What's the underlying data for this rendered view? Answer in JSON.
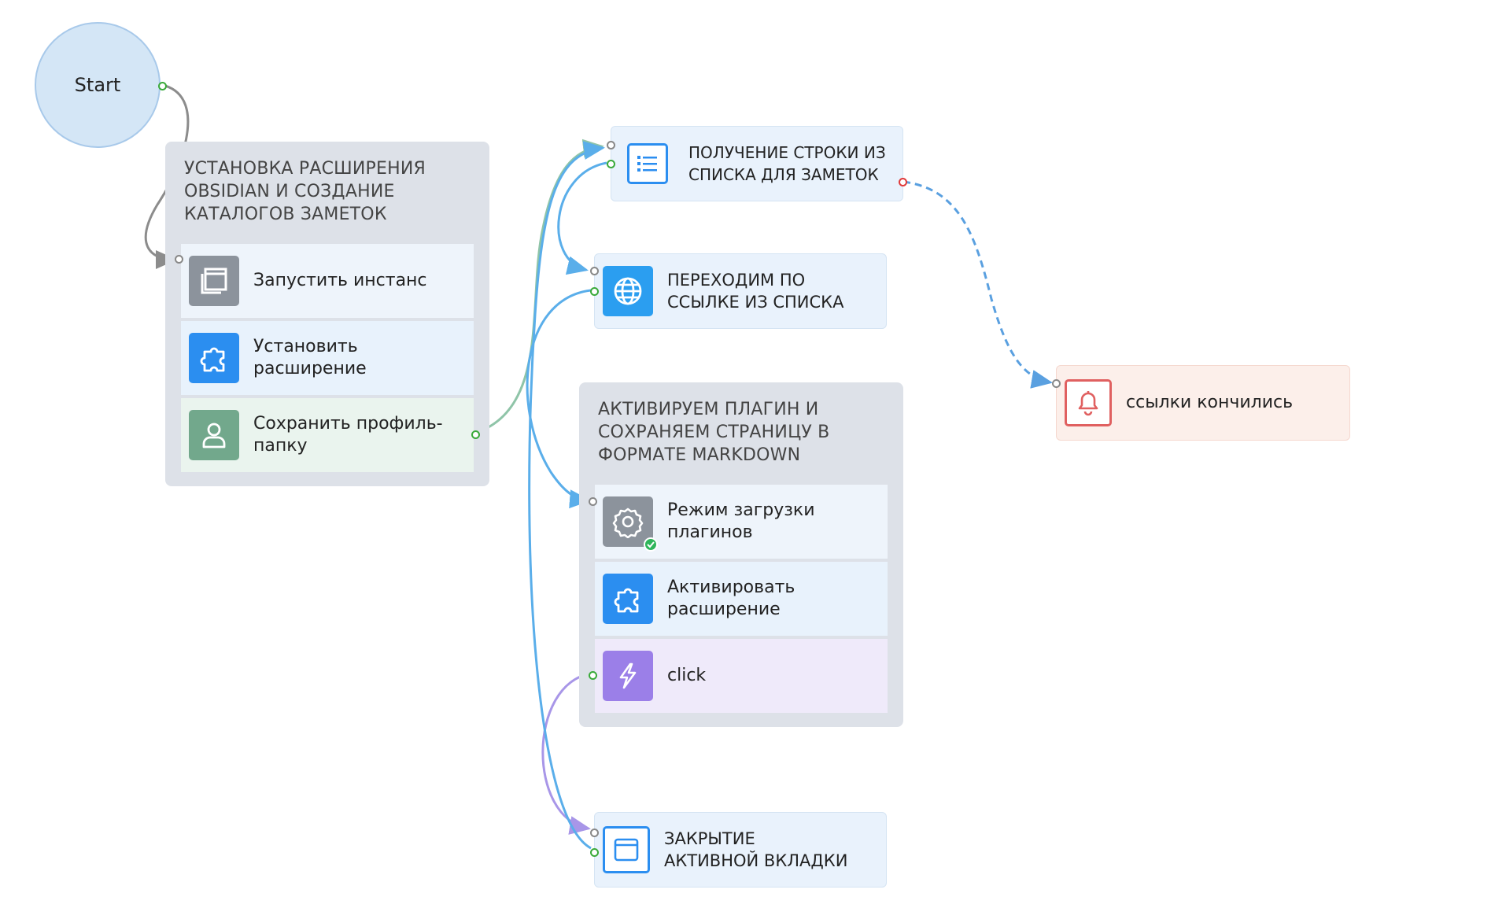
{
  "colors": {
    "start_fill": "#d4e6f6",
    "group_bg": "#dde1e8",
    "wire_gray": "#8c8c8c",
    "wire_blue": "#5aaeea",
    "wire_purple": "#a896e8",
    "wire_green": "#8fc4a8",
    "wire_dashed": "#5aa0e0",
    "icon_gray": "#8c939c",
    "icon_blue": "#2b8ef0",
    "icon_green": "#72a88c",
    "icon_purple": "#9b7fe8",
    "icon_red": "#e06060"
  },
  "start": {
    "label": "Start"
  },
  "groups": [
    {
      "title": "УСТАНОВКА РАСШИРЕНИЯ OBSIDIAN И СОЗДАНИЕ КАТАЛОГОВ ЗАМЕТОК",
      "items": [
        {
          "label": "Запустить инстанс",
          "icon": "window-stack-icon"
        },
        {
          "label": "Установить расширение",
          "icon": "puzzle-icon"
        },
        {
          "label": "Сохранить профиль-папку",
          "icon": "user-icon"
        }
      ]
    },
    {
      "title": "АКТИВИРУЕМ ПЛАГИН И СОХРАНЯЕМ СТРАНИЦУ В ФОРМАТЕ MARKDOWN",
      "items": [
        {
          "label": "Режим загрузки плагинов",
          "icon": "gear-icon"
        },
        {
          "label": "Активировать расширение",
          "icon": "puzzle-icon"
        },
        {
          "label": "click",
          "icon": "lightning-icon"
        }
      ]
    }
  ],
  "nodes": {
    "get_row": {
      "label": "ПОЛУЧЕНИЕ СТРОКИ ИЗ СПИСКА ДЛЯ ЗАМЕТОК",
      "icon": "list-icon"
    },
    "follow_link": {
      "label": "ПЕРЕХОДИМ ПО ССЫЛКЕ ИЗ СПИСКА",
      "icon": "globe-icon"
    },
    "links_over": {
      "label": "ссылки кончились",
      "icon": "bell-icon"
    },
    "close_tab": {
      "label": "ЗАКРЫТИЕ АКТИВНОЙ ВКЛАДКИ",
      "icon": "browser-window-icon"
    }
  }
}
